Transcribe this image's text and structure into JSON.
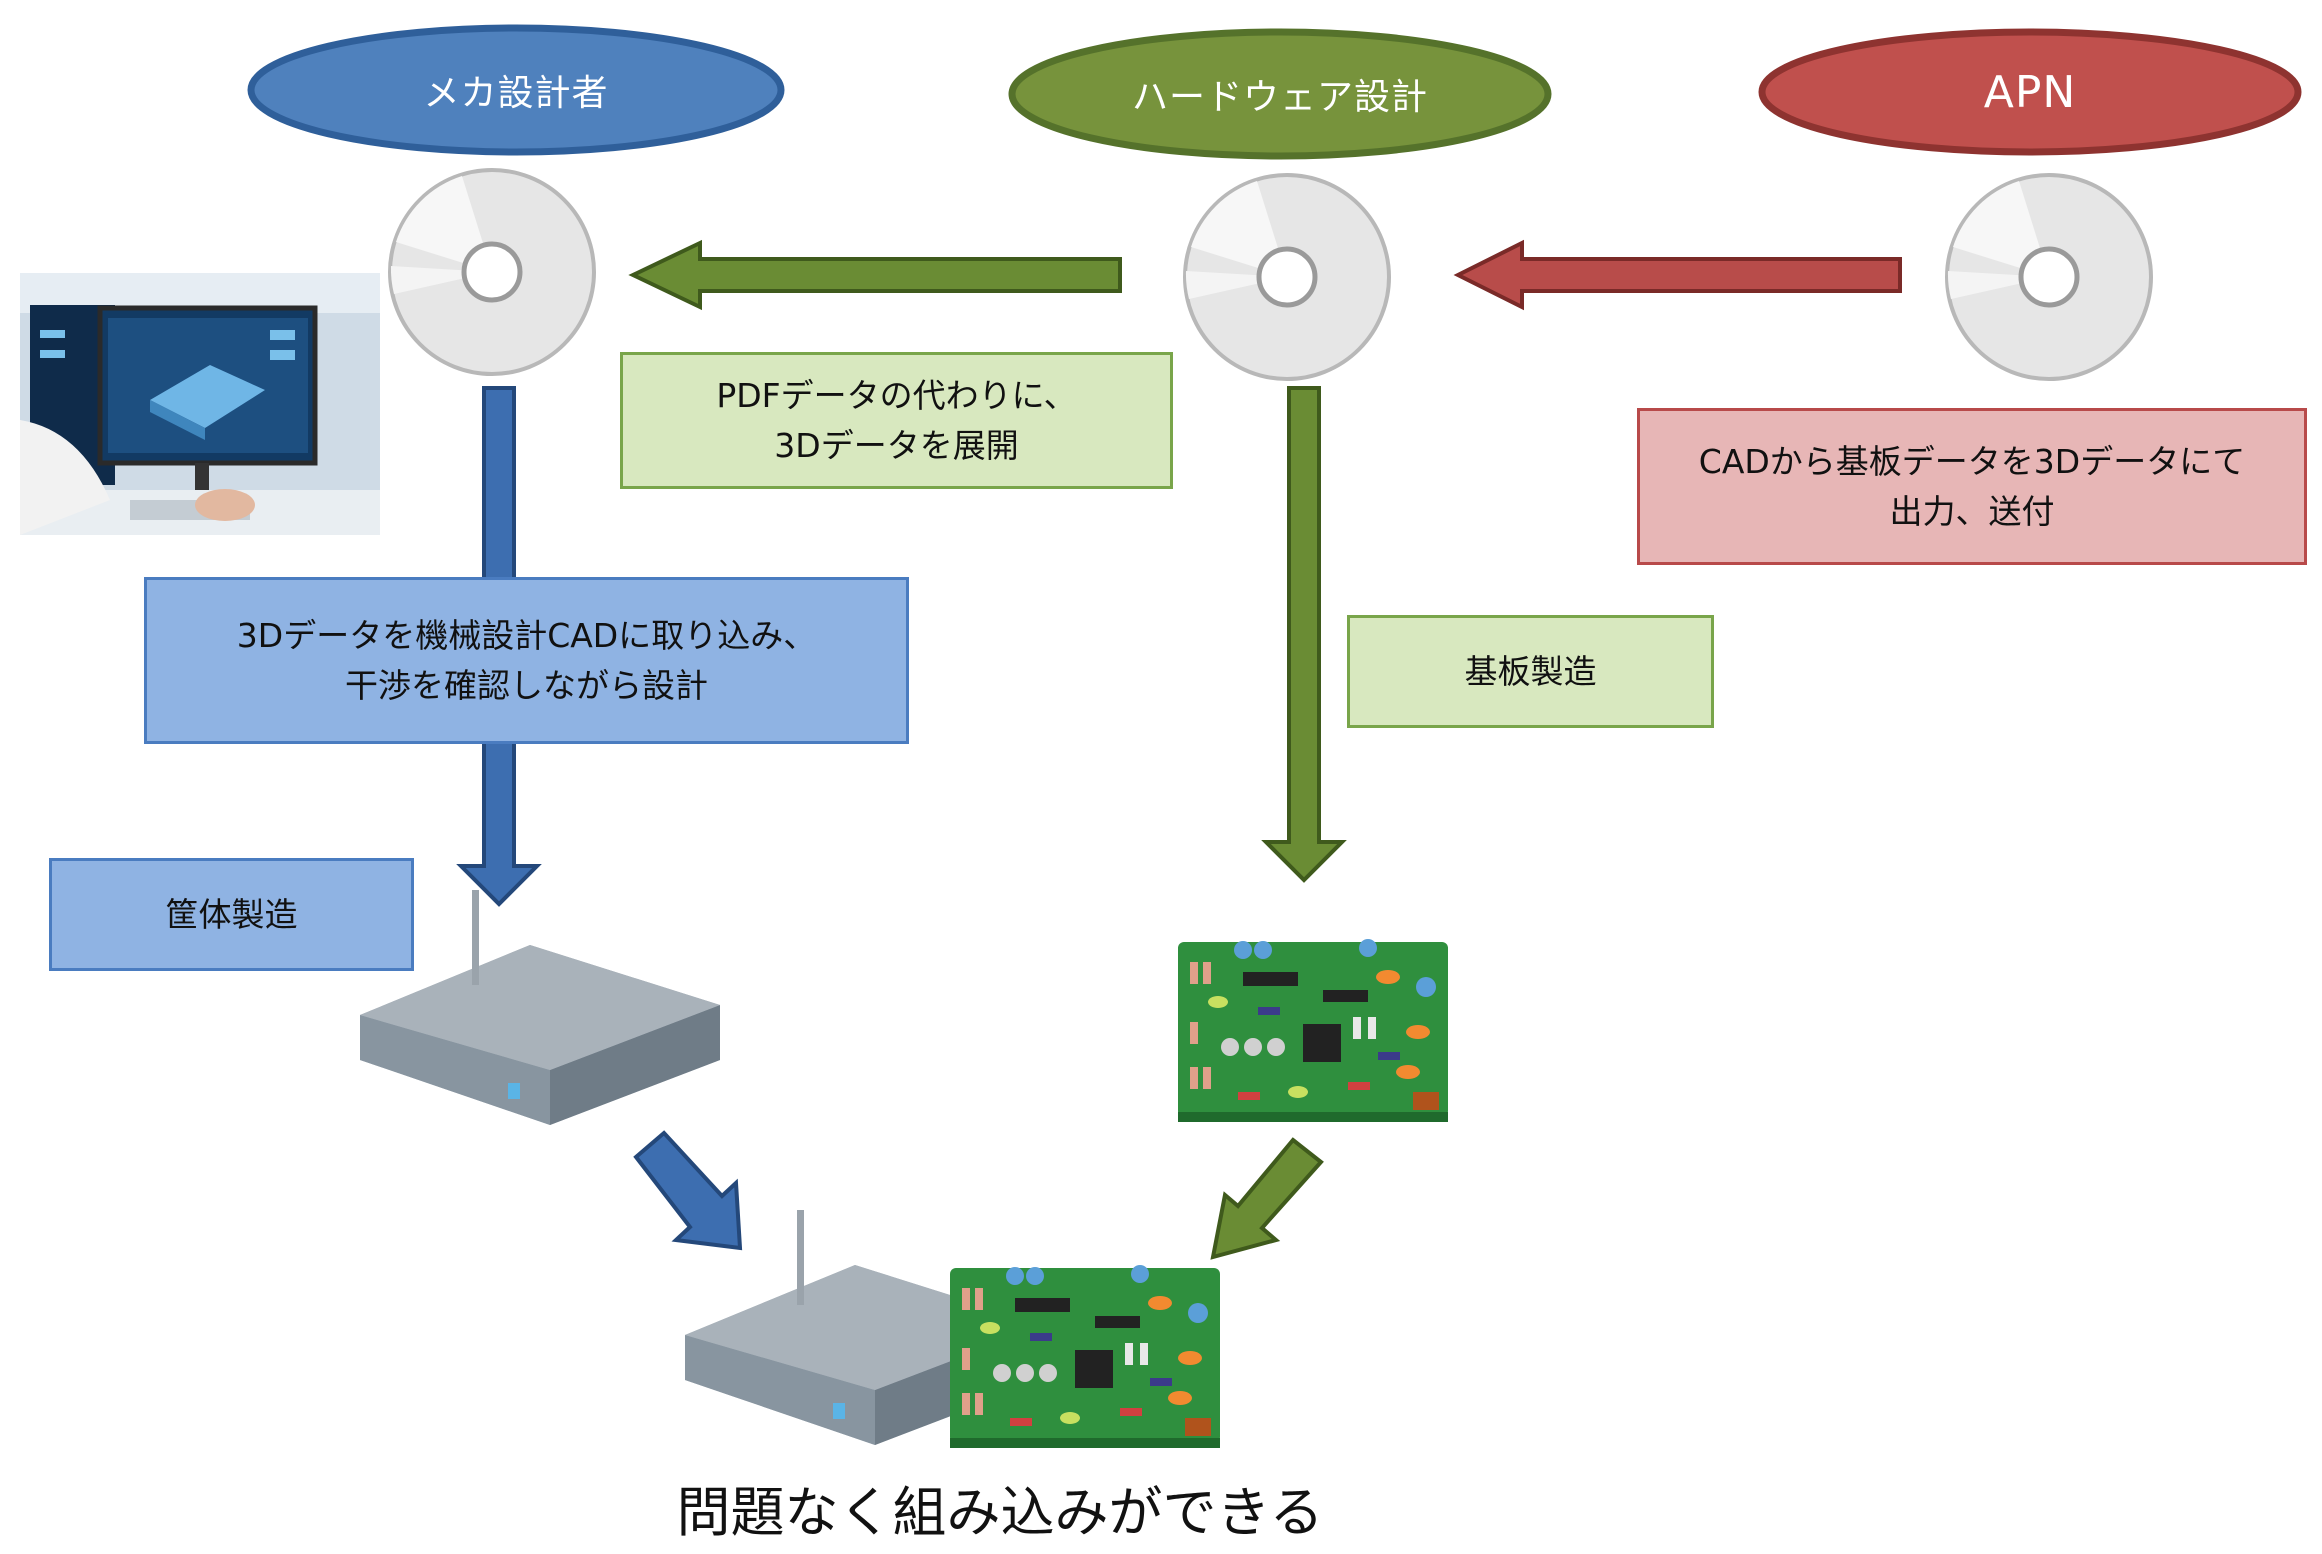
{
  "actors": {
    "mech": {
      "label": "メカ設計者",
      "color": "#4f81bd",
      "stroke": "#2f5f9a"
    },
    "hardware": {
      "label": "ハードウェア設計",
      "color": "#77933c",
      "stroke": "#55722b"
    },
    "apn": {
      "label": "APN",
      "color": "#c0504d",
      "stroke": "#8e3330"
    }
  },
  "notes": {
    "pdf_to_3d": [
      "PDFデータの代わりに、",
      "3Dデータを展開"
    ],
    "apn_output": [
      "CADから基板データを3Dデータにて",
      "出力、送付"
    ],
    "mech_design": [
      "3Dデータを機械設計CADに取り込み、",
      "干渉を確認しながら設計"
    ],
    "board_mfg": [
      "基板製造"
    ],
    "case_mfg": [
      "筐体製造"
    ]
  },
  "caption": "問題なく組み込みができる",
  "colors": {
    "blue_arrow": "#3d6eb0",
    "green_arrow": "#6a8c34",
    "red_arrow": "#b84c4a",
    "disc": "#e4e4e4",
    "pcb": "#3a9a46",
    "device_top": "#a3acb5",
    "device_side": "#7a8791"
  },
  "icons": [
    "disc-icon",
    "workstation-photo",
    "device-box-icon",
    "circuit-board-icon"
  ]
}
